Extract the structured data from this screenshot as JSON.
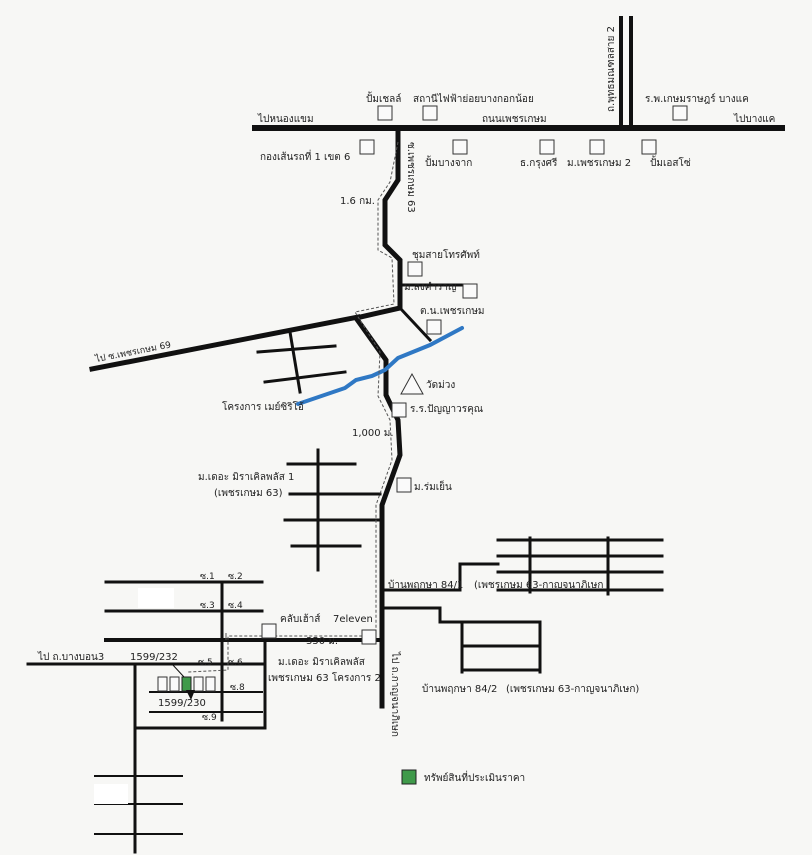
{
  "colors": {
    "road": "#111111",
    "river": "#2f78c4",
    "subject_property": "#3f9a4a",
    "route": "#555555"
  },
  "roads": {
    "to_nong_khaem": "ไปหนองแขม",
    "to_bang_khae": "ไปบางแค",
    "phetkasem_road": "ถนนเพชรเกษม",
    "phutthamonthon_2": "ถ.พุทธมณฑลสาย 2",
    "phetkasem_63": "ซ.เพชรเกษม 63",
    "to_soi_phetkasem_69": "ไป ซ.เพชรเกษม 69",
    "to_kanchanaphisek": "ไป ถ.กาญจนาภิเษก",
    "to_bang_bon_3": "ไป ถ.บางบอน3"
  },
  "distances": {
    "d1": "1.6 กม.",
    "d2": "1,000 ม.",
    "d3": "350 ม."
  },
  "landmarks": {
    "gas_shell": "ปั้มเชลล์",
    "substation": "สถานีไฟฟ้าย่อยบางกอกน้อย",
    "hospital_bang_khae": "ร.พ.เกษมราษฎร์ บางแค",
    "army": "กองเส้นรถที่ 1 เขต 6",
    "gas_bangchak": "ปั้มบางจาก",
    "bank_krungsri": "ธ.กรุงศรี",
    "moo_phetkasem_2": "ม.เพชรเกษม 2",
    "gas_esso": "ปั้มเอสโซ่",
    "community": "ชุมสายโทรศัพท์",
    "school_songkham": "ม.สงคำราญ",
    "tambon_phetkasem": "ต.น.เพชรเกษม",
    "temple": "วัดม่วง",
    "school_panyawarakhun": "ร.ร.ปัญญาวรคุณ",
    "project_maysiri": "โครงการ เมย์ซิริโอ้",
    "village_rom_yen": "ม.ร่มเย็น",
    "village_mirakit_1": "ม.เดอะ มิราเคิลพลัส 1",
    "village_mirakit_1_sub": "(เพชรเกษม 63)",
    "seven_eleven": "7eleven",
    "khlong_toei": "คลับเฮ้าส์",
    "village_mirakit_2": "ม.เดอะ มิราเคิลพลัส",
    "village_mirakit_2_sub": "เพชรเกษม 63 โครงการ 2",
    "ban_pruksa_84_1": "บ้านพฤกษา 84/1",
    "ban_pruksa_84_1_sub": "(เพชรเกษม 63-กาญจนาภิเษก",
    "ban_pruksa_84_2": "บ้านพฤกษา 84/2",
    "ban_pruksa_84_2_sub": "(เพชรเกษม 63-กาญจนาภิเษก)"
  },
  "sois": {
    "s1": "ซ.1",
    "s2": "ซ.2",
    "s3": "ซ.3",
    "s4": "ซ.4",
    "s5": "ซ.5",
    "s6": "ซ.6",
    "s8": "ซ.8",
    "s9": "ซ.9"
  },
  "parcels": {
    "p1": "1599/232",
    "p2": "1599/230"
  },
  "legend": {
    "subject_label": "ทรัพย์สินที่ประเมินราคา"
  }
}
